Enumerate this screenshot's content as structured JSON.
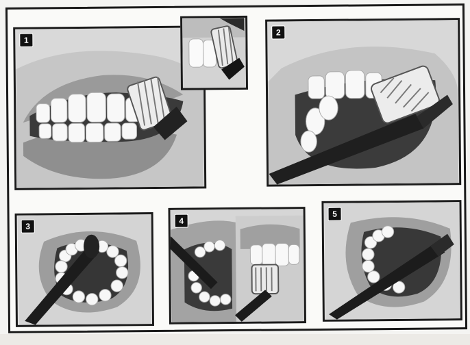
{
  "steps": [
    {
      "number": "1"
    },
    {
      "number": "2"
    },
    {
      "number": "3"
    },
    {
      "number": "4"
    },
    {
      "number": "5"
    }
  ],
  "colors": {
    "ink": "#151515",
    "tooth": "#f7f7f7",
    "gum": "#bdbdbd",
    "lip": "#9a9a9a",
    "mouth_dark": "#3a3a3a"
  },
  "icons": [
    "toothbrush-illustration",
    "teeth-illustration"
  ]
}
